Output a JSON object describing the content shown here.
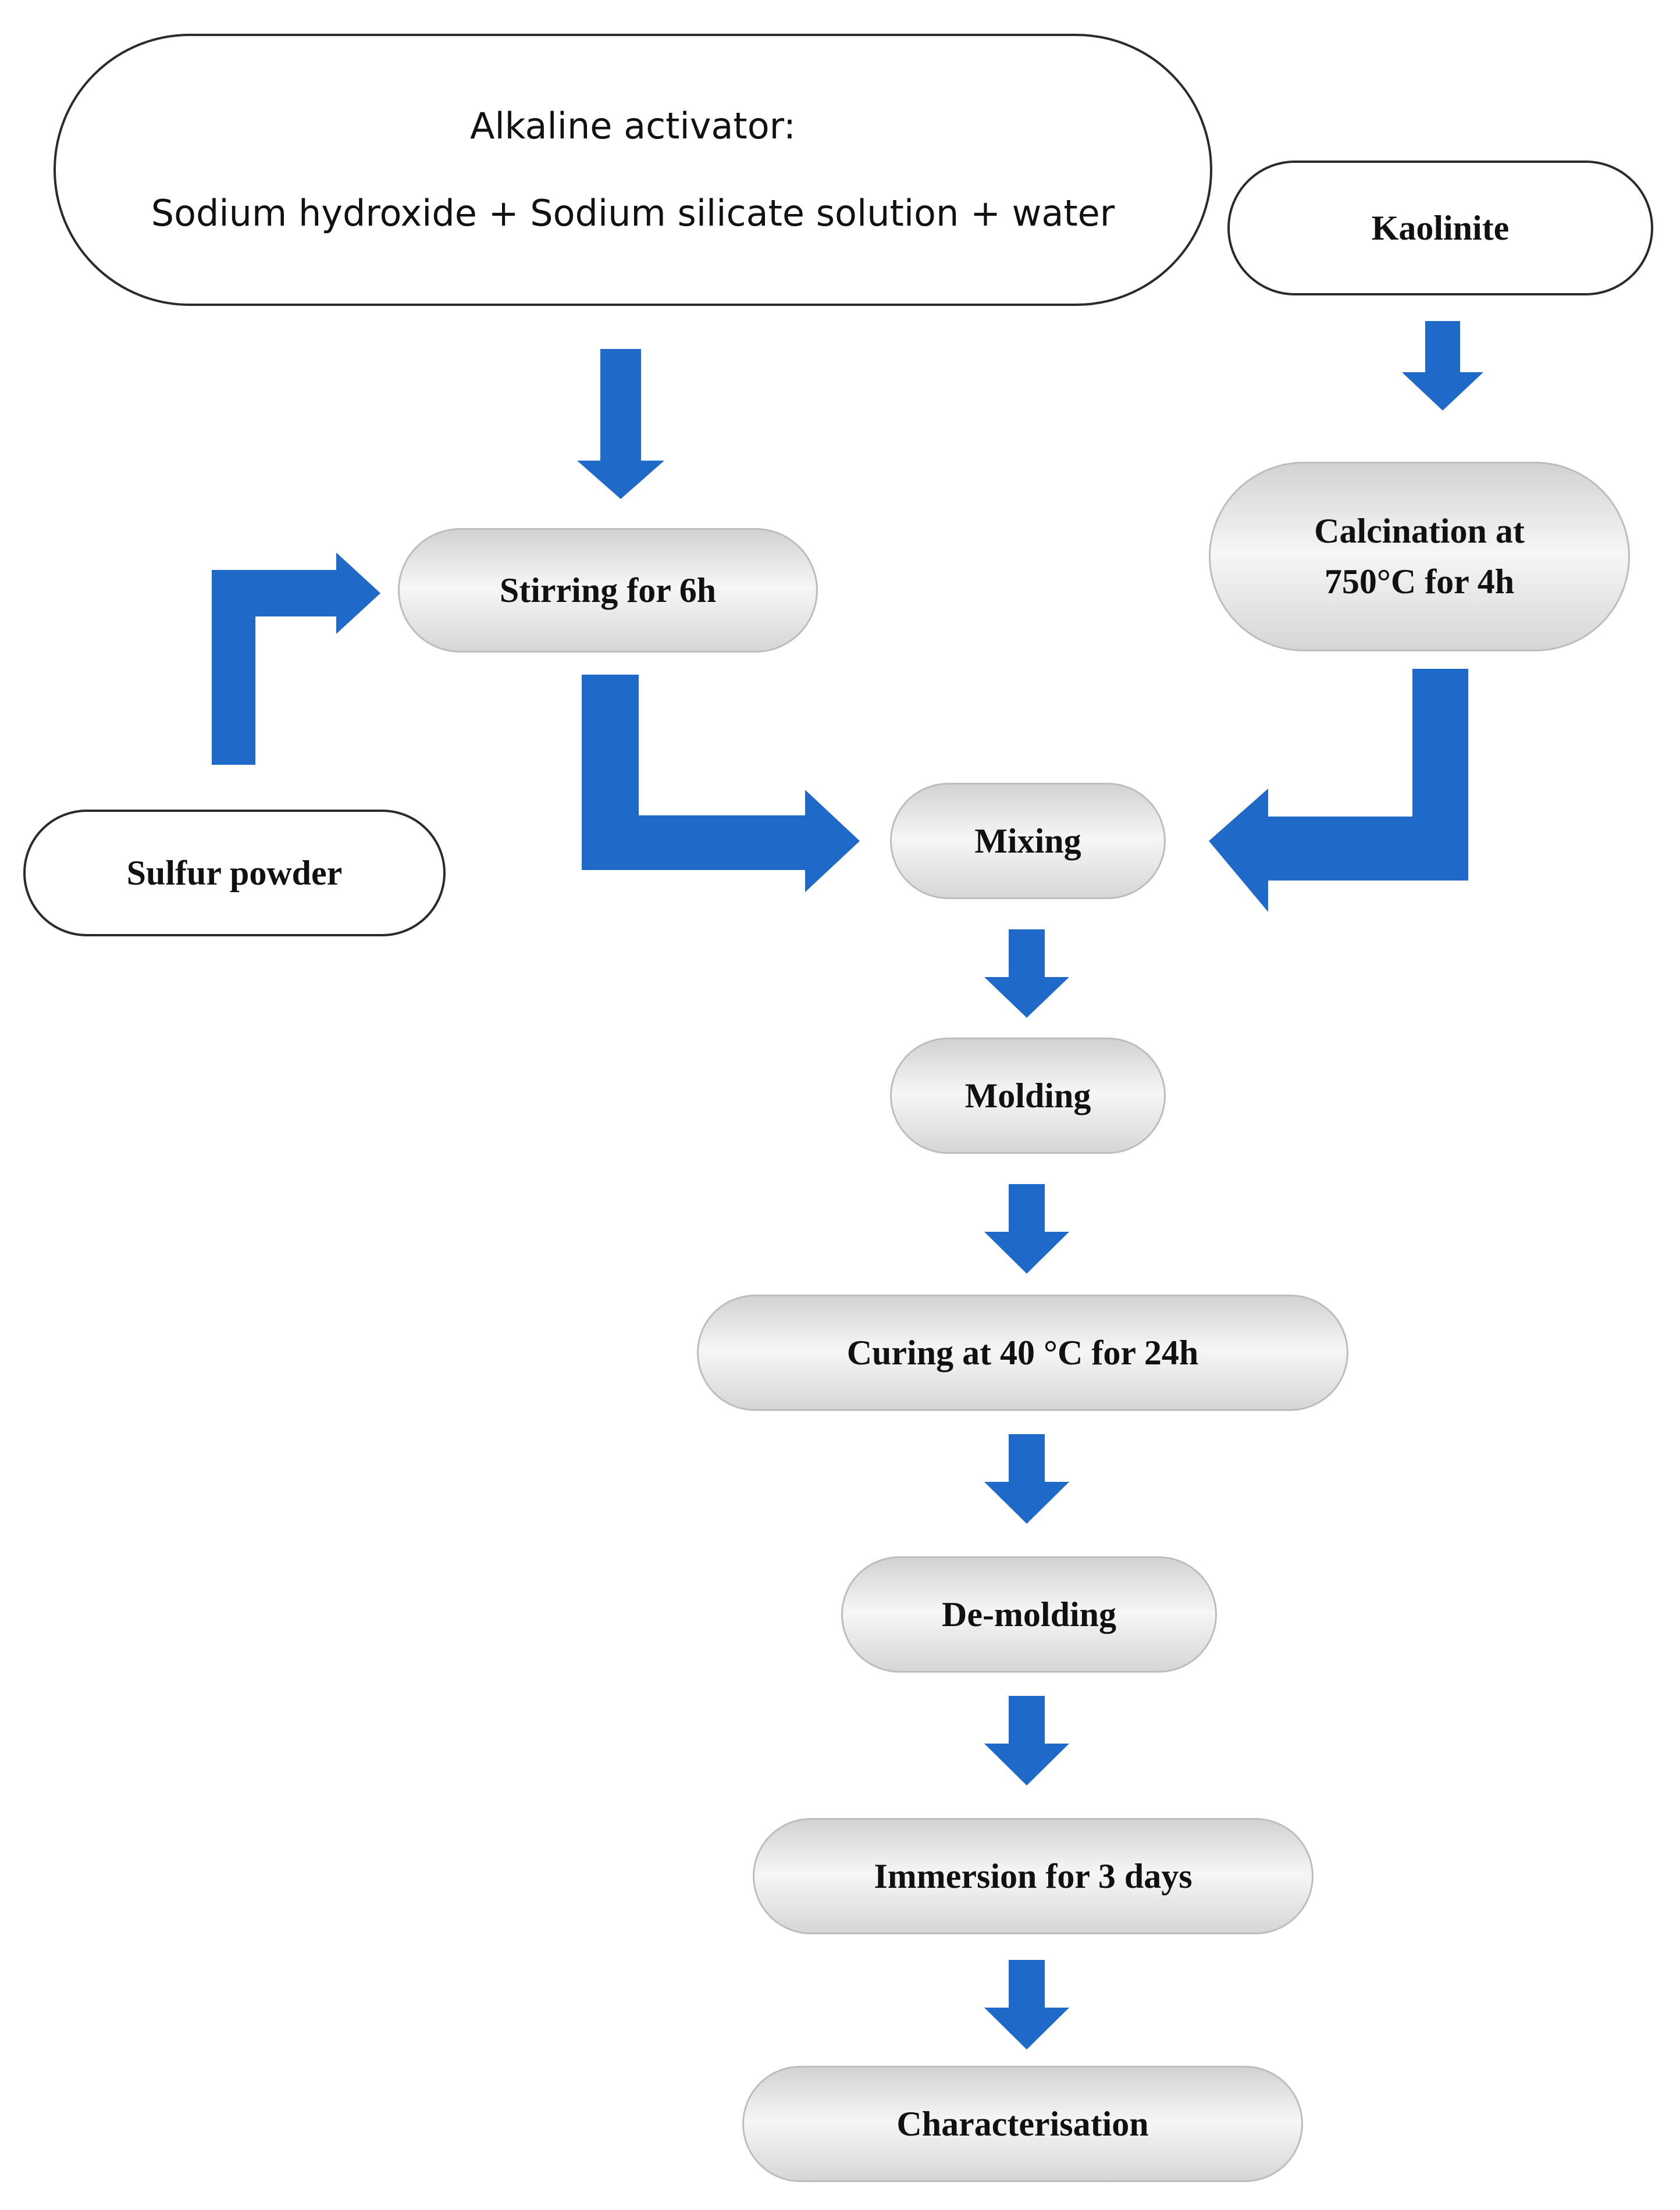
{
  "diagram": {
    "accent_color": "#1f6ac8",
    "nodes": {
      "activator": {
        "line1": "Alkaline activator:",
        "line2": "Sodium hydroxide + Sodium silicate solution + water"
      },
      "kaolinite": {
        "label": "Kaolinite"
      },
      "calcination": {
        "line1": "Calcination at",
        "line2": "750°C for 4h"
      },
      "stirring": {
        "label": "Stirring for 6h"
      },
      "sulfur": {
        "label": "Sulfur powder"
      },
      "mixing": {
        "label": "Mixing"
      },
      "molding": {
        "label": "Molding"
      },
      "curing": {
        "label": "Curing at 40 °C for 24h"
      },
      "demolding": {
        "label": "De-molding"
      },
      "immersion": {
        "label": "Immersion for 3 days"
      },
      "characterisation": {
        "label": "Characterisation"
      }
    },
    "edges": [
      {
        "from": "activator",
        "to": "stirring"
      },
      {
        "from": "sulfur",
        "to": "stirring"
      },
      {
        "from": "kaolinite",
        "to": "calcination"
      },
      {
        "from": "stirring",
        "to": "mixing"
      },
      {
        "from": "calcination",
        "to": "mixing"
      },
      {
        "from": "mixing",
        "to": "molding"
      },
      {
        "from": "molding",
        "to": "curing"
      },
      {
        "from": "curing",
        "to": "demolding"
      },
      {
        "from": "demolding",
        "to": "immersion"
      },
      {
        "from": "immersion",
        "to": "characterisation"
      }
    ]
  }
}
